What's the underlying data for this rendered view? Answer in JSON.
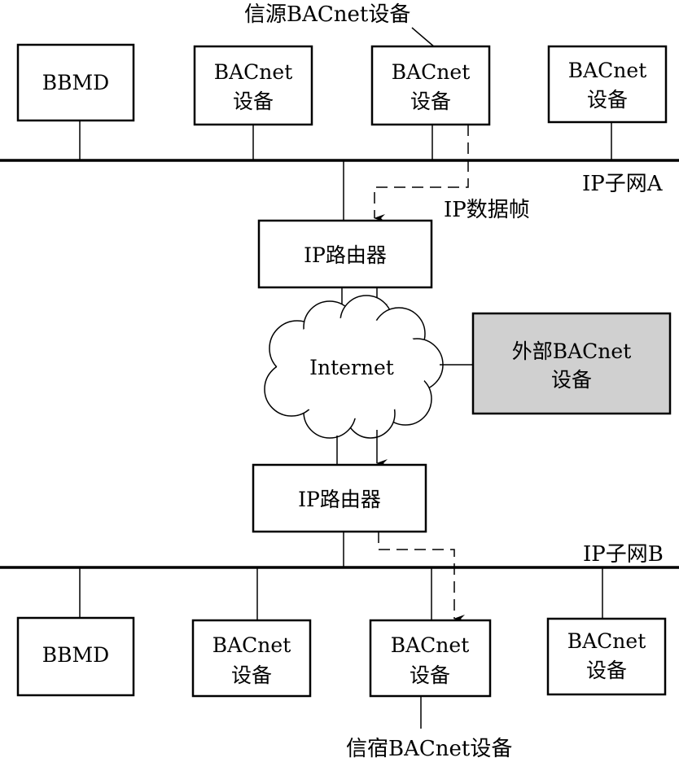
{
  "subnet_a": {
    "label": "IP子网A",
    "devices": [
      {
        "line1": "BBMD",
        "line2": ""
      },
      {
        "line1": "BACnet",
        "line2": "设备"
      },
      {
        "line1": "BACnet",
        "line2": "设备"
      },
      {
        "line1": "BACnet",
        "line2": "设备"
      }
    ],
    "source_label": "信源BACnet设备",
    "frame_label": "IP数据帧"
  },
  "router_a": {
    "label": "IP路由器"
  },
  "internet": {
    "label": "Internet"
  },
  "external_device": {
    "line1": "外部BACnet",
    "line2": "设备"
  },
  "router_b": {
    "label": "IP路由器"
  },
  "subnet_b": {
    "label": "IP子网B",
    "devices": [
      {
        "line1": "BBMD",
        "line2": ""
      },
      {
        "line1": "BACnet",
        "line2": "设备"
      },
      {
        "line1": "BACnet",
        "line2": "设备"
      },
      {
        "line1": "BACnet",
        "line2": "设备"
      }
    ],
    "destination_label": "信宿BACnet设备"
  }
}
